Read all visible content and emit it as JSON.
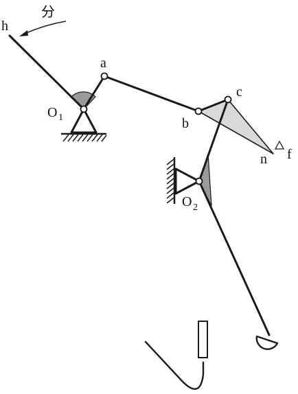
{
  "labels": {
    "direction": "分",
    "h": "h",
    "a": "a",
    "b": "b",
    "c": "c",
    "n": "n",
    "f": "f",
    "o1_main": "O",
    "o1_sub": "1",
    "o2_main": "O",
    "o2_sub": "2"
  },
  "colors": {
    "ink": "#1a1a1a",
    "light_fill": "#d9d9d9",
    "dark_fill": "#9a9a9a",
    "background": "#ffffff"
  }
}
